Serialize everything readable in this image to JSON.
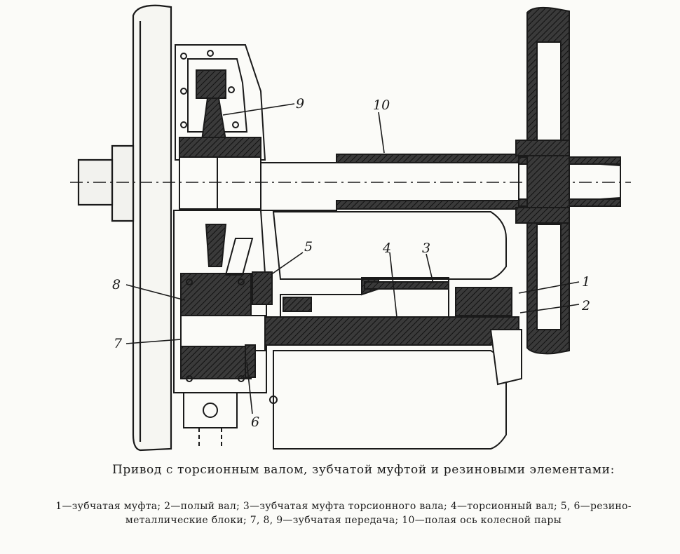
{
  "caption": {
    "title": "Привод с торсионным валом, зубчатой муфтой и резиновыми элементами:",
    "legend": "1—зубчатая муфта; 2—полый вал; 3—зубчатая муфта торсионного вала; 4—торсионный вал; 5, 6—резино-металлические блоки; 7, 8, 9—зубчатая передача; 10—полая ось колесной пары"
  },
  "callouts": {
    "c1": "1",
    "c2": "2",
    "c3": "3",
    "c4": "4",
    "c5": "5",
    "c6": "6",
    "c7": "7",
    "c8": "8",
    "c9": "9",
    "c10": "10"
  },
  "colors": {
    "ink": "#1a1a1a",
    "section_fill": "#2a2a2a",
    "paper": "#fbfbf8"
  }
}
